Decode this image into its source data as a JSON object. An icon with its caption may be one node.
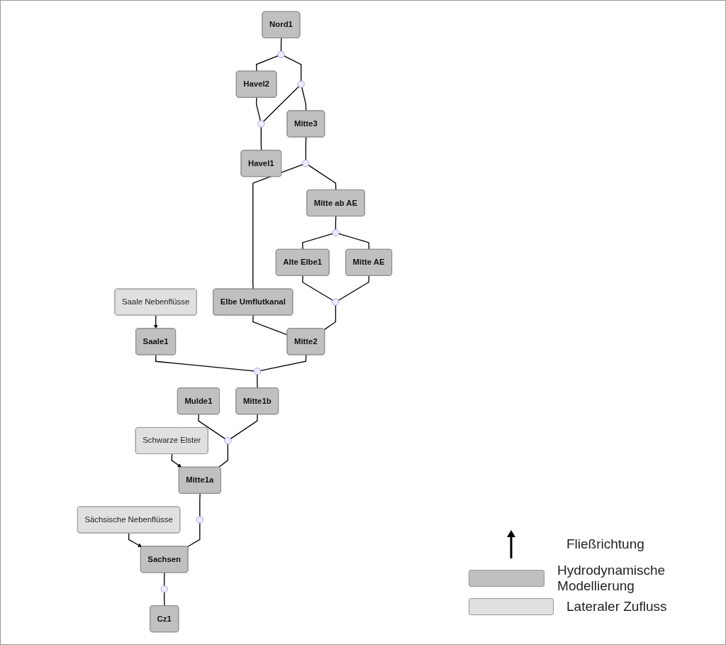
{
  "diagram": {
    "nodes": [
      {
        "text": [
          "Nord1"
        ]
      },
      {
        "text": [
          "Havel2"
        ]
      },
      {
        "text": [
          "Mitte3"
        ]
      },
      {
        "text": [
          "Havel1"
        ]
      },
      {
        "text": [
          "Mitte ab AE"
        ]
      },
      {
        "text": [
          "Mitte AE"
        ]
      },
      {
        "text": [
          "Alte Elbe1"
        ]
      },
      {
        "text": [
          "Elbe Umflutkanal"
        ]
      },
      {
        "text": [
          "Saale Nebenflüsse"
        ]
      },
      {
        "text": [
          "Mitte2"
        ]
      },
      {
        "text": [
          "Saale1"
        ]
      },
      {
        "text": [
          "Mitte1b"
        ]
      },
      {
        "text": [
          "Mulde1"
        ]
      },
      {
        "text": [
          "Mitte1a"
        ]
      },
      {
        "text": [
          "Schwarze Elster"
        ]
      },
      {
        "text": [
          "Sächsische Nebenflüsse"
        ]
      },
      {
        "text": [
          "Sachsen"
        ]
      },
      {
        "text": [
          "Cz1"
        ]
      },
      {
        "text": [],
        "shape": "circle"
      },
      {
        "text": [],
        "shape": "circle"
      },
      {
        "text": [],
        "shape": "circle"
      },
      {
        "text": [],
        "shape": "circle"
      },
      {
        "text": [],
        "shape": "circle"
      },
      {
        "text": [],
        "shape": "circle"
      },
      {
        "text": [],
        "shape": "circle"
      },
      {
        "text": [],
        "shape": "circle"
      },
      {
        "text": [],
        "shape": "circle"
      },
      {
        "text": [],
        "shape": "circle"
      }
    ],
    "edges": [
      {
        "from": 0,
        "to": 18,
        "arrow": "none"
      },
      {
        "from": 18,
        "to": 1,
        "arrow": "none"
      },
      {
        "from": 18,
        "to": 19,
        "arrow": "none"
      },
      {
        "from": 19,
        "to": 20,
        "arrow": "none"
      },
      {
        "from": 1,
        "to": 20,
        "arrow": "none"
      },
      {
        "from": 20,
        "to": 3,
        "arrow": "none"
      },
      {
        "from": 19,
        "to": 2,
        "arrow": "none"
      },
      {
        "from": 2,
        "to": 21,
        "arrow": "none"
      },
      {
        "from": 21,
        "to": 7,
        "arrow": "none"
      },
      {
        "from": 21,
        "to": 4,
        "arrow": "none"
      },
      {
        "from": 4,
        "to": 22,
        "arrow": "none"
      },
      {
        "from": 22,
        "to": 6,
        "arrow": "none"
      },
      {
        "from": 22,
        "to": 5,
        "arrow": "none"
      },
      {
        "from": 5,
        "to": 23,
        "arrow": "none"
      },
      {
        "from": 6,
        "to": 23,
        "arrow": "none"
      },
      {
        "from": 23,
        "to": 9,
        "arrow": "none"
      },
      {
        "from": 7,
        "to": 9,
        "arrow": "none"
      },
      {
        "from": 8,
        "to": 10,
        "arrow": "to"
      },
      {
        "from": 9,
        "to": 24,
        "arrow": "none"
      },
      {
        "from": 10,
        "to": 24,
        "arrow": "none"
      },
      {
        "from": 24,
        "to": 11,
        "arrow": "none"
      },
      {
        "from": 11,
        "to": 25,
        "arrow": "none"
      },
      {
        "from": 12,
        "to": 25,
        "arrow": "none"
      },
      {
        "from": 25,
        "to": 13,
        "arrow": "none"
      },
      {
        "from": 14,
        "to": 13,
        "arrow": "to"
      },
      {
        "from": 13,
        "to": 26,
        "arrow": "none"
      },
      {
        "from": 26,
        "to": 16,
        "arrow": "none"
      },
      {
        "from": 15,
        "to": 16,
        "arrow": "to"
      },
      {
        "from": 16,
        "to": 27,
        "arrow": "none"
      },
      {
        "from": 27,
        "to": 17,
        "arrow": "none"
      }
    ],
    "legend": [
      {
        "text": "Fließrichtung"
      },
      {
        "text": "Hydrodynamische Modellierung",
        "color": "#c0c0c0"
      },
      {
        "text": "Lateraler Zufluss",
        "color": "#e0e0e0"
      }
    ]
  }
}
